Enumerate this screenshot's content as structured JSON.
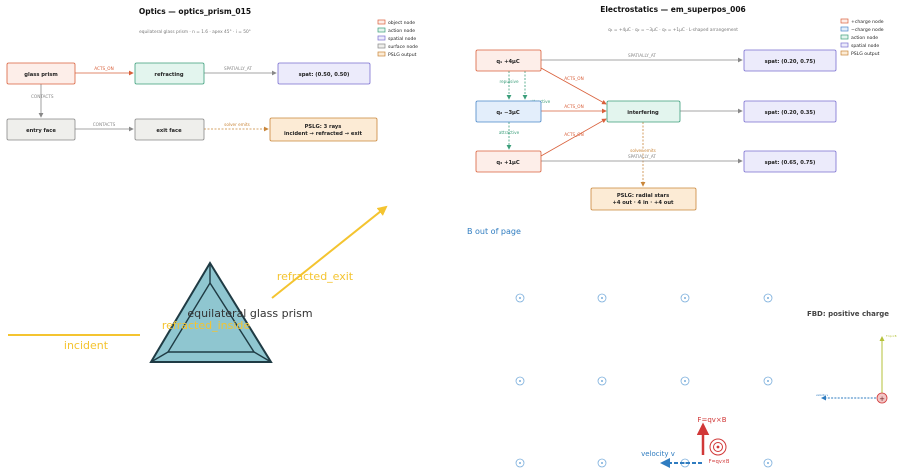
{
  "colors": {
    "object": "#d9603b",
    "object_fill": "#fdeee9",
    "action": "#3b9e7a",
    "action_fill": "#e3f5ee",
    "spatial": "#7a6fd0",
    "spatial_fill": "#ecebfb",
    "surface": "#888888",
    "surface_fill": "#efefec",
    "pslg": "#c9863a",
    "pslg_fill": "#fcebd5",
    "neg": "#4a87c8",
    "neg_fill": "#e3eefb",
    "yellow": "#f4c430",
    "prism_fill": "#8fc6d0",
    "blue": "#2f7cc0",
    "red": "#d13838"
  },
  "optics": {
    "title": "Optics — optics_prism_015",
    "subtitle": "equilateral glass prism · n = 1.6 · apex 45° · i = 50°",
    "legend": [
      "object node",
      "action node",
      "spatial node",
      "surface node",
      "PSLG output"
    ],
    "nodes": {
      "glass_prism": "glass prism",
      "refracting": "refracting",
      "spat": "spat: (0.50, 0.50)",
      "entry_face": "entry face",
      "exit_face": "exit face",
      "pslg_line1": "PSLG: 3 rays",
      "pslg_line2": "incident → refracted → exit"
    },
    "edges": {
      "acts_on": "ACTS_ON",
      "spatially_at": "SPATIALLY_AT",
      "contacts_v": "CONTACTS",
      "contacts_h": "CONTACTS",
      "solver_emits": "solver emits"
    },
    "scene": {
      "incident": "incident",
      "refracted_exit": "refracted_exit",
      "refracted_inside": "refracted_inside",
      "prism_label": "equilateral glass prism"
    }
  },
  "electro": {
    "title": "Electrostatics — em_superpos_006",
    "subtitle": "q₁ = +4μC · q₂ = −3μC · q₃ = +1μC · L-shaped arrangement",
    "legend": [
      "+charge node",
      "−charge node",
      "action node",
      "spatial node",
      "PSLG output"
    ],
    "nodes": {
      "q1": "q₁  +4μC",
      "q2": "q₂  −3μC",
      "q3": "q₃  +1μC",
      "interfering": "interfering",
      "spat1": "spat: (0.20, 0.75)",
      "spat2": "spat: (0.20, 0.35)",
      "spat3": "spat: (0.65, 0.75)",
      "pslg_line1": "PSLG: radial stars",
      "pslg_line2": "+4 out · 4 in · +4 out"
    },
    "edges": {
      "spatially_at_top": "SPATIALLY_AT",
      "acts_on_1": "ACTS_ON",
      "acts_on_2": "ACTS_ON",
      "acts_on_3": "ACTS_ON",
      "repulsive": "repulsive",
      "attractive_1": "attractive",
      "attractive_2": "attractive",
      "spatially_at_mid": "SPATIALLY_AT",
      "solver_emits": "solver emits",
      "spatially_at_low": "SPATIALLY_AT"
    }
  },
  "magnetism": {
    "b_label": "B out of page",
    "fbd_title": "FBD: positive charge",
    "force_label": "F=qv×B",
    "force_label_small": "F=qv×B",
    "velocity_label": "velocity v",
    "charge_symbol": "+"
  }
}
